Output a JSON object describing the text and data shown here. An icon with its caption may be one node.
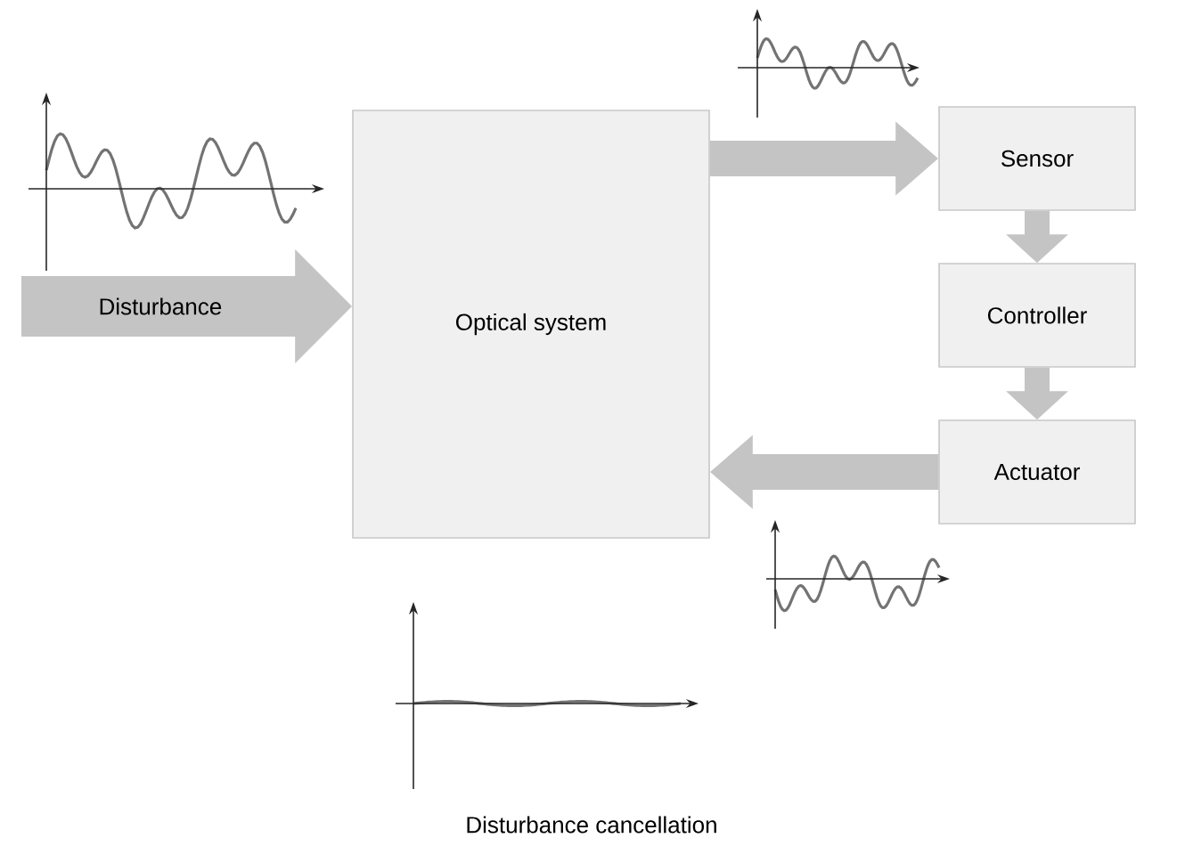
{
  "diagram": {
    "nodes": [
      {
        "text": [
          "Optical system"
        ]
      },
      {
        "text": [
          "Sensor"
        ]
      },
      {
        "text": [
          "Controller"
        ]
      },
      {
        "text": [
          "Actuator"
        ]
      }
    ],
    "edges": [
      {
        "from": null,
        "to": 0,
        "arrow": "to",
        "label": "Disturbance"
      },
      {
        "from": 0,
        "to": 1,
        "arrow": "to"
      },
      {
        "from": 1,
        "to": 2,
        "arrow": "to"
      },
      {
        "from": 2,
        "to": 3,
        "arrow": "to"
      },
      {
        "from": 3,
        "to": 0,
        "arrow": "to"
      }
    ],
    "labels": [
      "Disturbance cancellation"
    ]
  }
}
